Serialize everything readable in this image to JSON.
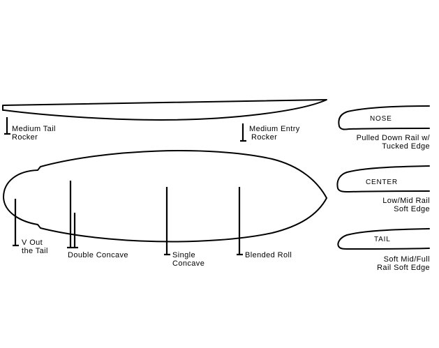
{
  "profile": {
    "tail_rocker": [
      "Medium Tail",
      "Rocker"
    ],
    "entry_rocker": [
      "Medium Entry",
      "Rocker"
    ]
  },
  "bottom": {
    "v_out": [
      "V Out",
      "the Tail"
    ],
    "double_concave": "Double Concave",
    "single_concave": [
      "Single",
      "Concave"
    ],
    "blended_roll": "Blended Roll"
  },
  "rails": {
    "nose": {
      "section": "NOSE",
      "desc": [
        "Pulled Down Rail w/",
        "Tucked Edge"
      ]
    },
    "center": {
      "section": "CENTER",
      "desc": [
        "Low/Mid Rail",
        "Soft Edge"
      ]
    },
    "tail": {
      "section": "TAIL",
      "desc": [
        "Soft Mid/Full",
        "Rail Soft Edge"
      ]
    }
  },
  "colors": {
    "ink": "#000000",
    "background": "#ffffff"
  }
}
